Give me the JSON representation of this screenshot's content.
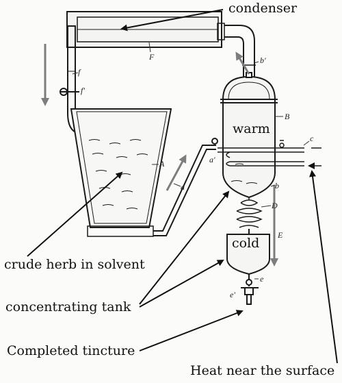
{
  "labels": {
    "condenser": "condenser",
    "warm": "warm",
    "cold": "cold",
    "crude_herb": "crude herb in solvent",
    "concentrating_tank": "concentrating tank",
    "completed_tincture": "Completed tincture",
    "heat_surface": "Heat near the surface"
  },
  "patent_letters": {
    "F": "F",
    "f": "f",
    "f_prime": "f'",
    "b_prime": "b'",
    "B": "B",
    "c": "c",
    "A": "A",
    "a": "a",
    "a_prime": "a'",
    "b": "b",
    "D": "D",
    "E": "E",
    "e": "e",
    "e_prime": "e'"
  },
  "colors": {
    "line": "#1a1a1a",
    "arrow": "#111111",
    "gray_arrow": "#7d7d7d"
  }
}
